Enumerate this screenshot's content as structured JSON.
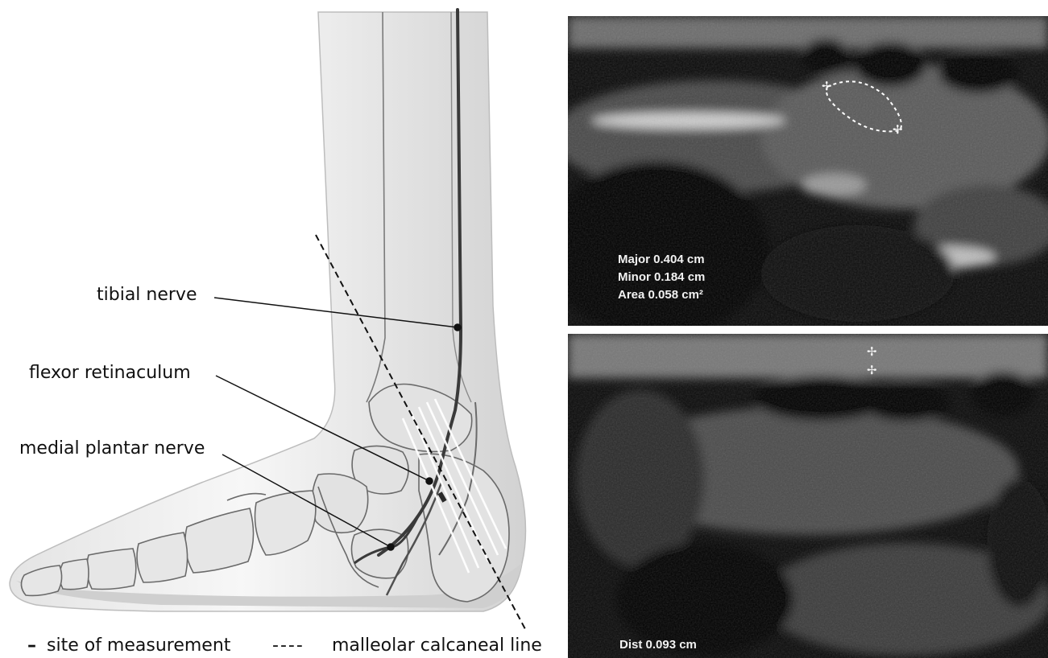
{
  "labels": {
    "tibial_nerve": "tibial nerve",
    "flexor_retinaculum": "flexor retinaculum",
    "medial_plantar_nerve": "medial plantar nerve"
  },
  "legend": {
    "site_symbol": "–",
    "site_text": "site of measurement",
    "line_symbol": "----",
    "line_text": "malleolar calcaneal line"
  },
  "ultrasound_top": {
    "major": "Major  0.404 cm",
    "minor": "Minor  0.184 cm",
    "area": "Area   0.058 cm²"
  },
  "ultrasound_bottom": {
    "dist": "Dist  0.093 cm"
  },
  "colors": {
    "skin_fill": "#e6e6e6",
    "bone_stroke": "#6a6a6a",
    "nerve": "#3a3a3a",
    "retinaculum": "#ffffff",
    "ultrasound_bg": "#0a0a0a"
  },
  "icons": {
    "caliper": "crosshair-icon"
  }
}
